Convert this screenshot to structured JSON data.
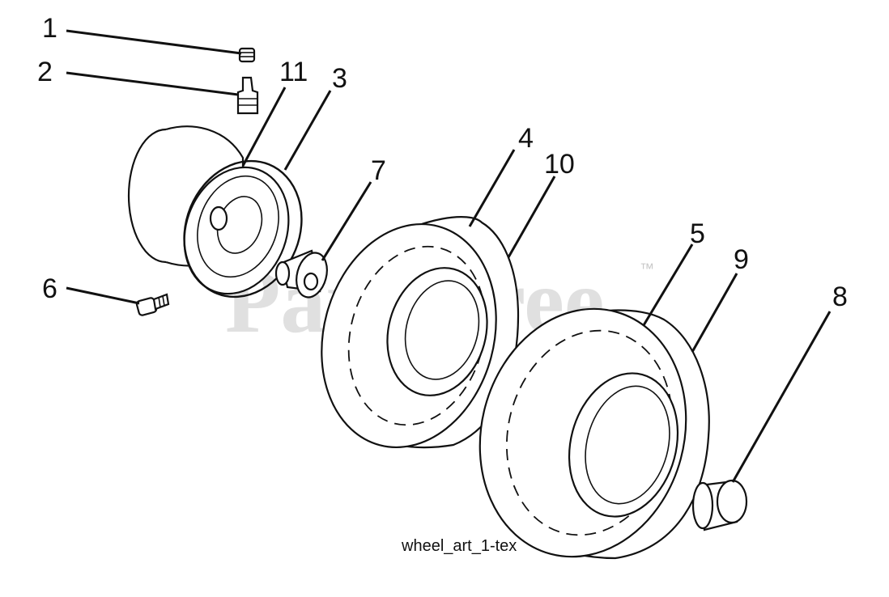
{
  "diagram": {
    "caption": "wheel_art_1-tex",
    "watermark": "PartsTree",
    "watermark_tm": "™",
    "callouts": [
      {
        "id": "1",
        "label": "1"
      },
      {
        "id": "2",
        "label": "2"
      },
      {
        "id": "3",
        "label": "3"
      },
      {
        "id": "4",
        "label": "4"
      },
      {
        "id": "5",
        "label": "5"
      },
      {
        "id": "6",
        "label": "6"
      },
      {
        "id": "7",
        "label": "7"
      },
      {
        "id": "8",
        "label": "8"
      },
      {
        "id": "9",
        "label": "9"
      },
      {
        "id": "10",
        "label": "10"
      },
      {
        "id": "11",
        "label": "11"
      }
    ]
  }
}
